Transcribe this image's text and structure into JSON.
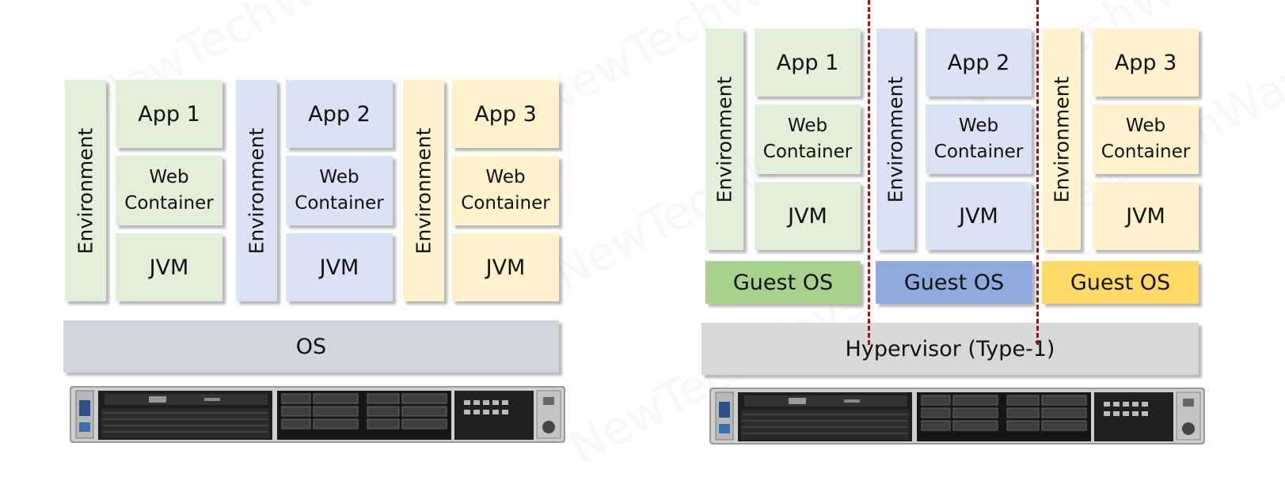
{
  "watermark": "NewTechWays",
  "left": {
    "stacks": [
      {
        "environment": "Environment",
        "app": "App 1",
        "web_container": "Web\nContainer",
        "jvm": "JVM"
      },
      {
        "environment": "Environment",
        "app": "App 2",
        "web_container": "Web\nContainer",
        "jvm": "JVM"
      },
      {
        "environment": "Environment",
        "app": "App 3",
        "web_container": "Web\nContainer",
        "jvm": "JVM"
      }
    ],
    "os": "OS"
  },
  "right": {
    "stacks": [
      {
        "environment": "Environment",
        "app": "App 1",
        "web_container": "Web\nContainer",
        "jvm": "JVM",
        "guest_os": "Guest OS"
      },
      {
        "environment": "Environment",
        "app": "App 2",
        "web_container": "Web\nContainer",
        "jvm": "JVM",
        "guest_os": "Guest OS"
      },
      {
        "environment": "Environment",
        "app": "App 3",
        "web_container": "Web\nContainer",
        "jvm": "JVM",
        "guest_os": "Guest OS"
      }
    ],
    "hypervisor": "Hypervisor (Type-1)"
  },
  "colors": {
    "stack1": "#e2efd9",
    "stack2": "#dae3f3",
    "stack3": "#fff2cc",
    "guest_os1": "#a9d18e",
    "guest_os2": "#8faadc",
    "guest_os3": "#ffd966",
    "hypervisor": "#d9d9d9",
    "os": "#d2d5dd",
    "divider": "#a50f0f"
  },
  "icons": [
    "rack-server-image-left",
    "rack-server-image-right"
  ]
}
